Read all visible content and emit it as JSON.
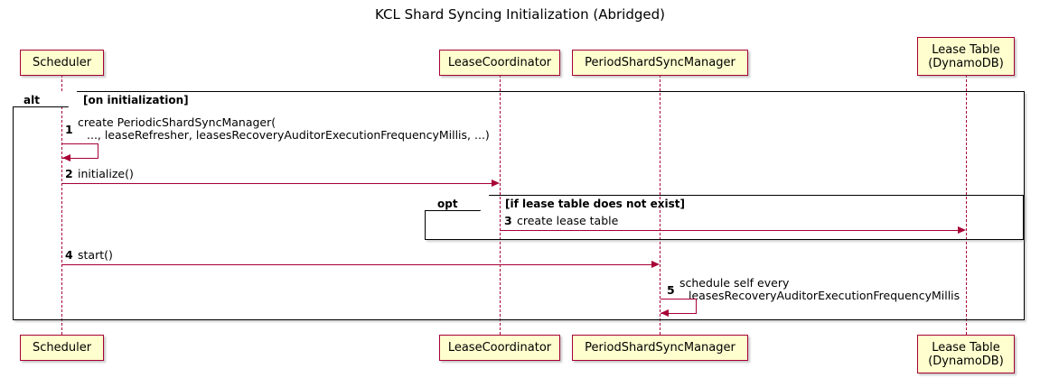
{
  "diagram": {
    "title": "KCL Shard Syncing Initialization (Abridged)",
    "type": "uml-sequence-diagram",
    "colors": {
      "participant_fill": "#FEFECE",
      "participant_border": "#A80036",
      "lifeline": "#A80036",
      "arrow": "#A80036",
      "frame_border": "#000000",
      "background": "#FFFFFF"
    }
  },
  "participants": [
    {
      "id": "scheduler",
      "label": "Scheduler"
    },
    {
      "id": "leasecoord",
      "label": "LeaseCoordinator"
    },
    {
      "id": "psm",
      "label": "PeriodShardSyncManager"
    },
    {
      "id": "leasetable",
      "label": "Lease Table\n(DynamoDB)"
    }
  ],
  "fragments": [
    {
      "id": "alt-frame",
      "operator": "alt",
      "guard": "[on initialization]"
    },
    {
      "id": "opt-frame",
      "operator": "opt",
      "guard": "[if lease table does not exist]"
    }
  ],
  "messages": [
    {
      "number": "1",
      "from": "scheduler",
      "to": "scheduler",
      "kind": "self",
      "line1": "create PeriodicShardSyncManager(",
      "line2": "..., leaseRefresher, leasesRecoveryAuditorExecutionFrequencyMillis, ...)"
    },
    {
      "number": "2",
      "from": "scheduler",
      "to": "leasecoord",
      "kind": "call",
      "line1": "initialize()",
      "line2": ""
    },
    {
      "number": "3",
      "from": "leasecoord",
      "to": "leasetable",
      "kind": "call",
      "line1": "create lease table",
      "line2": ""
    },
    {
      "number": "4",
      "from": "scheduler",
      "to": "psm",
      "kind": "call",
      "line1": "start()",
      "line2": ""
    },
    {
      "number": "5",
      "from": "psm",
      "to": "psm",
      "kind": "self",
      "line1": "schedule self every",
      "line2": "leasesRecoveryAuditorExecutionFrequencyMillis"
    }
  ]
}
